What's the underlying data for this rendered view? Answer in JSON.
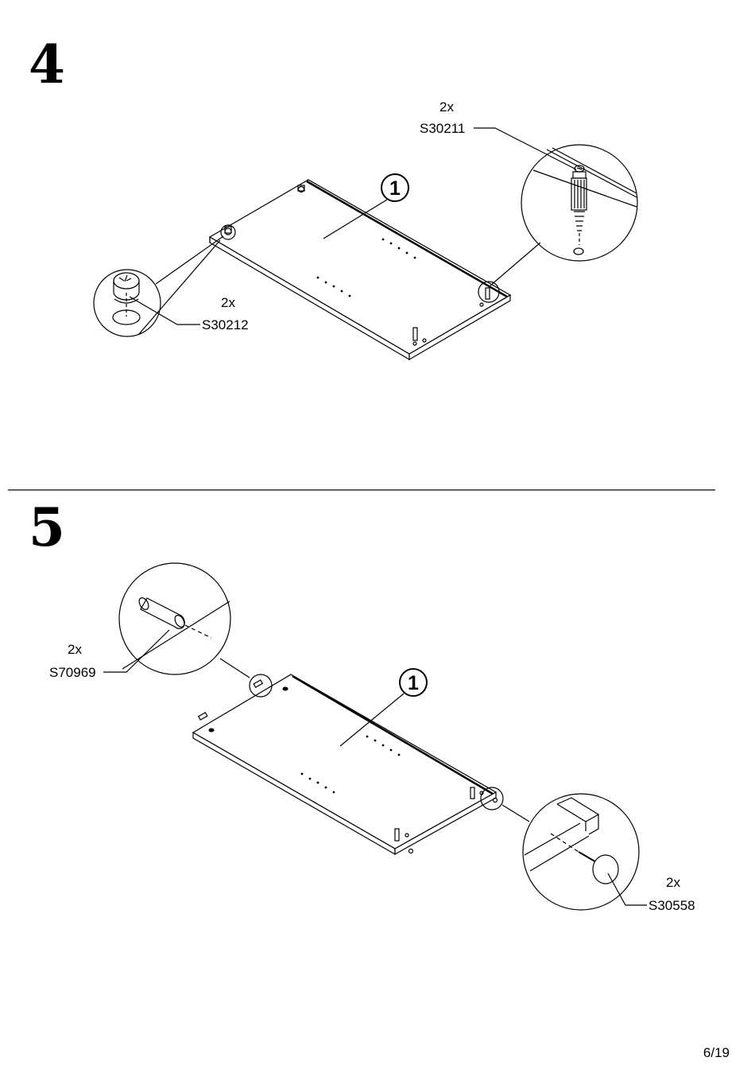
{
  "steps": [
    {
      "number": "4",
      "callout": "1",
      "parts": [
        {
          "qty": "2x",
          "code": "S30211",
          "icon": "cam-bolt-icon"
        },
        {
          "qty": "2x",
          "code": "S30212",
          "icon": "cam-lock-icon"
        }
      ]
    },
    {
      "number": "5",
      "callout": "1",
      "parts": [
        {
          "qty": "2x",
          "code": "S70969",
          "icon": "wooden-dowel-icon"
        },
        {
          "qty": "2x",
          "code": "S30558",
          "icon": "nail-plug-icon"
        }
      ]
    }
  ],
  "page": "6/19"
}
